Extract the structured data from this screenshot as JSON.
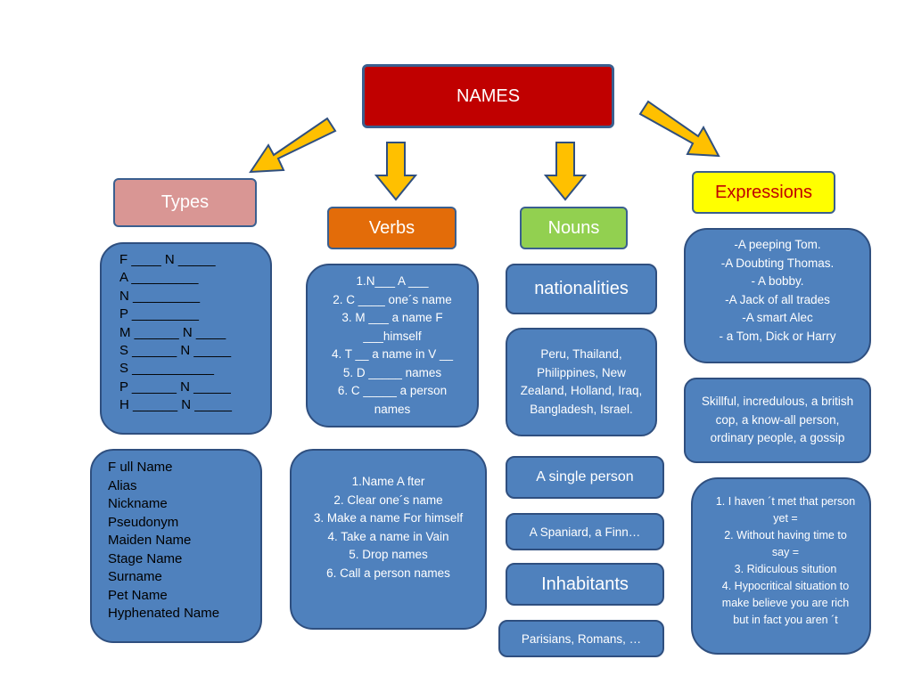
{
  "colors": {
    "names_fill": "#c00000",
    "types_fill": "#d99694",
    "verbs_fill": "#e36c09",
    "nouns_fill": "#92d050",
    "expressions_fill": "#ffff00",
    "expressions_text": "#c00000",
    "box_fill": "#4f81bd",
    "arrow_fill": "#ffc000"
  },
  "title": "NAMES",
  "headers": {
    "types": "Types",
    "verbs": "Verbs",
    "nouns": "Nouns",
    "expressions": "Expressions"
  },
  "types_blanks": [
    "F ____ N _____",
    "A _________",
    "N _________",
    "P _________",
    "M ______ N ____",
    "S ______ N _____",
    "S ___________",
    "P ______ N _____",
    "H ______ N _____"
  ],
  "types_answers": [
    "F ull Name",
    "Alias",
    "Nickname",
    "Pseudonym",
    "Maiden Name",
    "Stage Name",
    "Surname",
    "Pet Name",
    "Hyphenated Name"
  ],
  "verbs_blanks": [
    "1.N___ A ___",
    "2. C ____ one´s name",
    "3. M ___ a name F ___himself",
    "4. T __ a name in V __",
    "5. D _____ names",
    "6. C _____ a person names"
  ],
  "verbs_answers": [
    "1.Name A fter",
    "2. Clear one´s name",
    "3. Make a name For himself",
    "4. Take a name in Vain",
    "5. Drop  names",
    "6. Call a person names"
  ],
  "nouns": {
    "nationalities": "nationalities",
    "countries": "Peru, Thailand, Philippines, New Zealand, Holland, Iraq, Bangladesh, Israel.",
    "single_person": "A single person",
    "single_examples": "A Spaniard, a Finn…",
    "inhabitants": "Inhabitants",
    "inhabitants_examples": "Parisians, Romans, …"
  },
  "expressions_list": [
    "-A peeping Tom.",
    "-A Doubting Thomas.",
    "- A bobby.",
    "-A Jack of all trades",
    "-A smart Alec",
    "- a Tom, Dick or Harry"
  ],
  "expressions_meanings": "Skillful, incredulous, a british cop, a know-all person, ordinary people, a gossip",
  "expressions_situations": [
    "1.        I haven ´t met that person yet =",
    "2.        Without having time to say =",
    "3.        Ridiculous sitution",
    "4. Hypocritical situation to make believe you are rich but in fact you aren ´t"
  ]
}
